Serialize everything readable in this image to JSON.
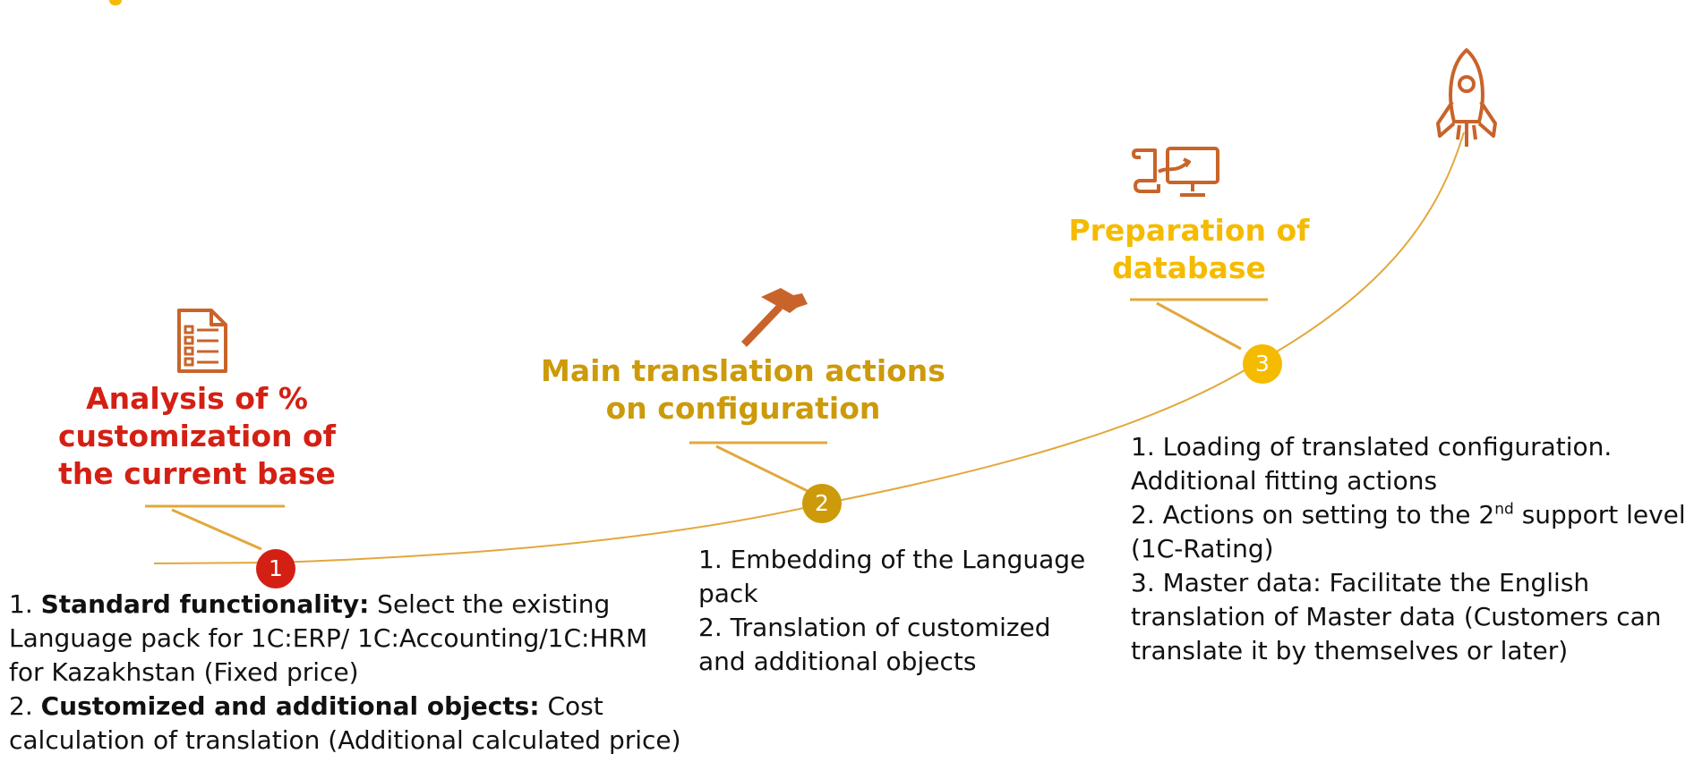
{
  "colors": {
    "curve": "#e2a83c",
    "stage1": "#d42014",
    "stage2": "#cc9a0a",
    "stage3": "#f5bb00",
    "icon": "#c8642a",
    "text": "#111111"
  },
  "stages": [
    {
      "number": "1",
      "title_lines": [
        "Analysis of %",
        "customization of",
        "the current base"
      ],
      "icon": "checklist-document-icon",
      "items": [
        {
          "prefix": "1. ",
          "bold": "Standard functionality:",
          "text": " Select the existing Language pack for 1C:ERP/ 1C:Accounting/1C:HRM for Kazakhstan (Fixed price)"
        },
        {
          "prefix": "2. ",
          "bold": "Customized and additional objects:",
          "text": " Cost calculation of translation (Additional calculated price)"
        }
      ]
    },
    {
      "number": "2",
      "title_lines": [
        "Main translation actions",
        "on configuration"
      ],
      "icon": "hammer-icon",
      "items": [
        {
          "text": "1. Embedding of the Language pack"
        },
        {
          "text": "2. Translation of customized and additional objects"
        }
      ]
    },
    {
      "number": "3",
      "title_lines": [
        "Preparation of",
        "database"
      ],
      "icon": "database-monitor-icon",
      "items": [
        {
          "text": "1. Loading of translated configuration. Additional fitting actions"
        },
        {
          "text": "2. Actions on setting to the 2",
          "sup": "nd",
          "text_after": " support level (1C-Rating)"
        },
        {
          "text": "3. Master data: Facilitate the English translation of Master data (Customers can translate it by themselves or later)"
        }
      ]
    }
  ],
  "final_icon": "rocket-icon"
}
